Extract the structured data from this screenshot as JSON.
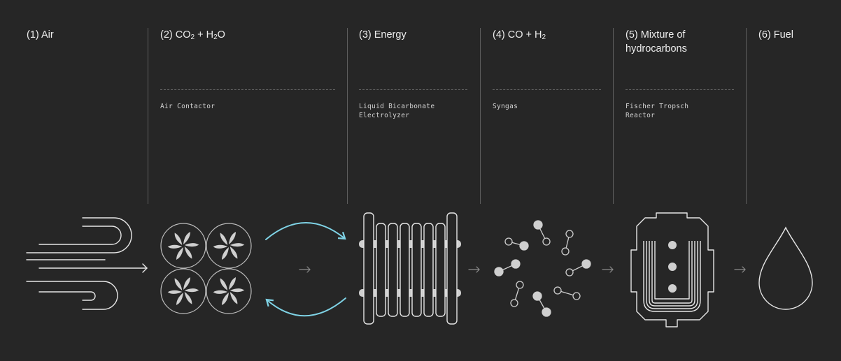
{
  "steps": [
    {
      "title": "(1) Air",
      "label": ""
    },
    {
      "title_pre": "(2) CO",
      "title_sub1": "2",
      "title_mid": " + H",
      "title_sub2": "2",
      "title_post": "O",
      "label": "Air Contactor"
    },
    {
      "title": "(3) Energy",
      "label": "Liquid Bicarbonate\nElectrolyzer"
    },
    {
      "title_pre": "(4) CO + H",
      "title_sub1": "2",
      "label": "Syngas"
    },
    {
      "title": "(5) Mixture of\nhydrocarbons",
      "label": "Fischer Tropsch\nReactor"
    },
    {
      "title": "(6) Fuel",
      "label": ""
    }
  ],
  "icons": [
    "wind-icon",
    "fan-grid-icon",
    "cycle-arrows-icon",
    "electrolyzer-stack-icon",
    "molecules-icon",
    "reactor-icon",
    "droplet-icon"
  ],
  "colors": {
    "background": "#262626",
    "line": "#e6e6e6",
    "accent": "#7fd3e6",
    "fill": "#cfcfcf"
  }
}
